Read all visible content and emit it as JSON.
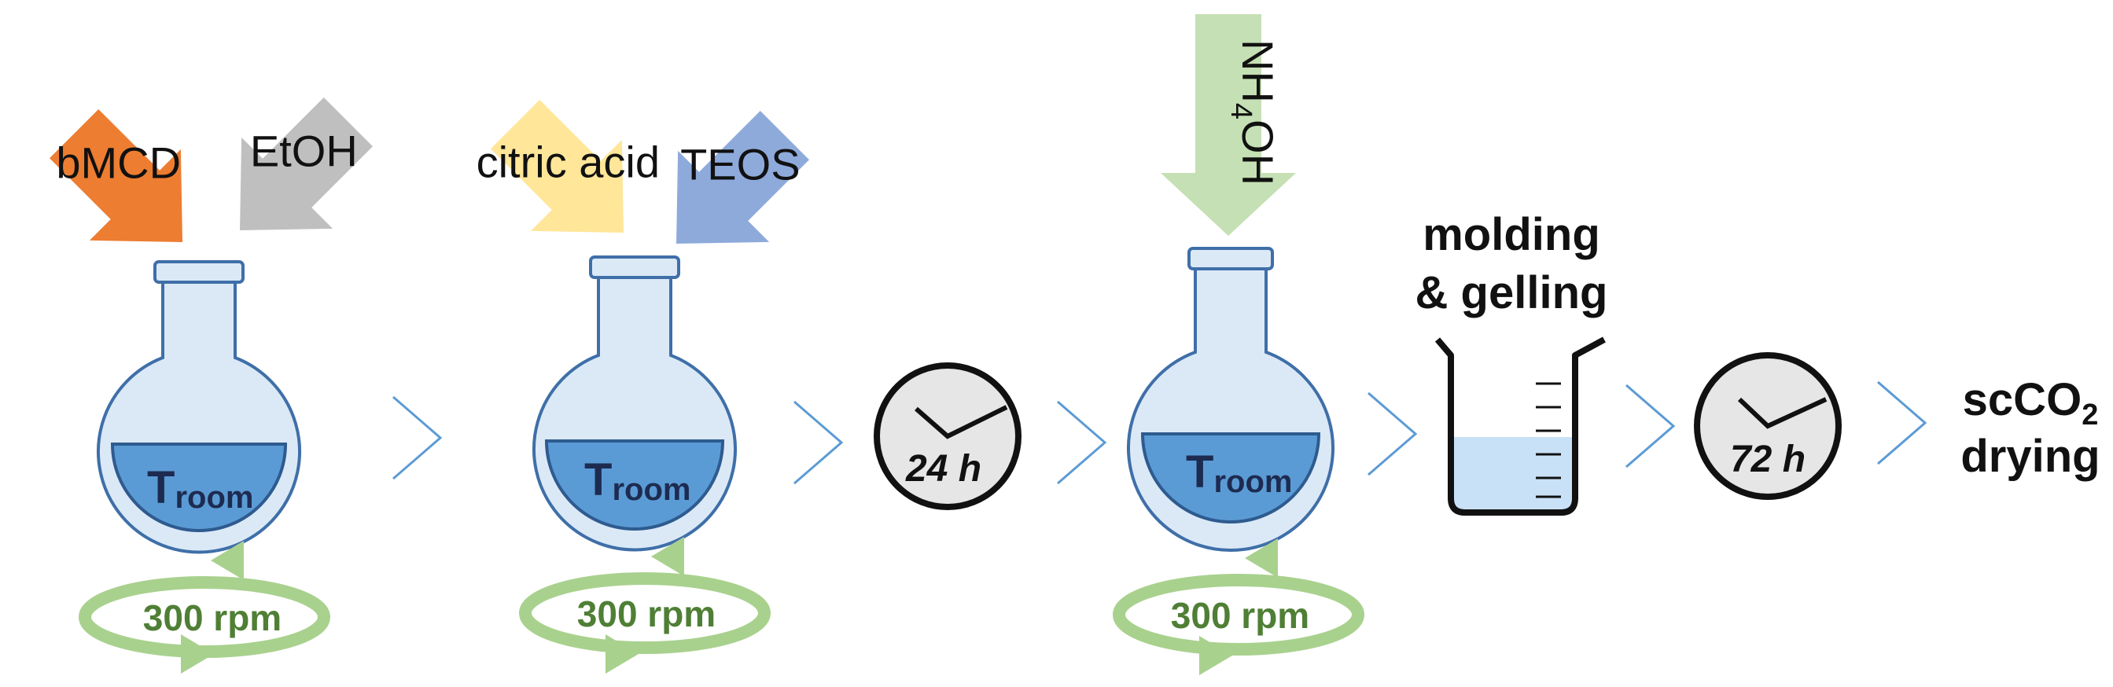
{
  "reagents": {
    "bmcd": "bMCD",
    "etoh": "EtOH",
    "citric_acid": "citric acid",
    "teos": "TEOS",
    "nh4oh_main": "NH",
    "nh4oh_sub": "4",
    "nh4oh_end": "OH"
  },
  "colors": {
    "bmcd": "#ed7d31",
    "etoh": "#bfbfbf",
    "citric_acid": "#ffe699",
    "teos": "#8eaadb",
    "nh4oh": "#c5e0b4",
    "flask_glass": "#dbe9f7",
    "flask_liquid": "#5b9bd5",
    "stir": "#a9d18e",
    "chevron": "#5b9bd5"
  },
  "flasks": {
    "t_main": "T",
    "t_sub": "room"
  },
  "stirring": {
    "label": "300 rpm"
  },
  "clocks": {
    "first": "24 h",
    "second": "72 h"
  },
  "steps": {
    "molding_line1": "molding",
    "molding_line2": "& gelling",
    "drying_main": "scCO",
    "drying_sub": "2",
    "drying_line2": "drying"
  }
}
